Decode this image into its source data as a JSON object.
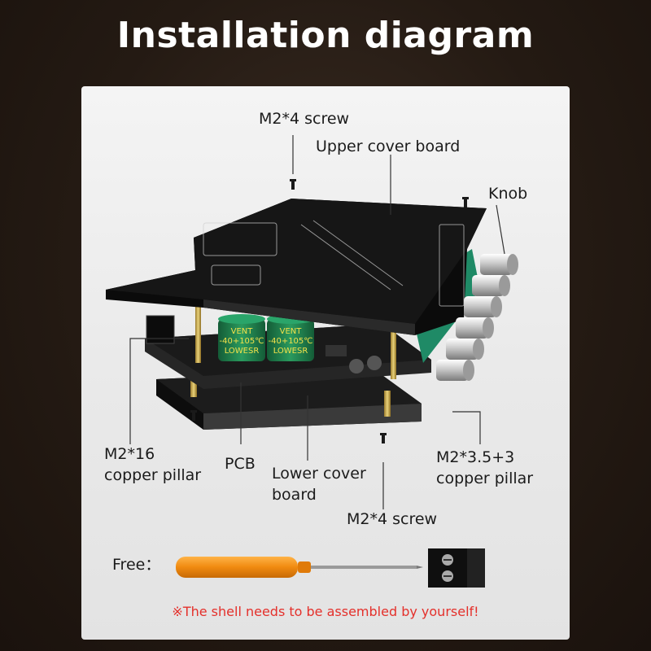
{
  "title": "Installation diagram",
  "labels": {
    "top_screw": "M2*4 screw",
    "upper_cover": "Upper cover board",
    "knob": "Knob",
    "pillar16_line1": "M2*16",
    "pillar16_line2": "copper pillar",
    "pcb": "PCB",
    "lower_cover_line1": "Lower cover",
    "lower_cover_line2": "board",
    "pillar35_line1": "M2*3.5+3",
    "pillar35_line2": "copper pillar",
    "bottom_screw": "M2*4 screw",
    "free": "Free："
  },
  "capacitor_text": {
    "line1": "VENT",
    "line2": "-40+105℃",
    "line3": "LOWESR"
  },
  "note": "※The shell needs to be assembled by yourself!",
  "colors": {
    "background": "#241a13",
    "panel": "#eeeeee",
    "board": "#111111",
    "capacitor": "#1f7a4a",
    "screwdriver_handle": "#f08a10",
    "note": "#e4302b"
  },
  "icons": [
    "screw-icon",
    "knob-icon",
    "screwdriver-icon",
    "terminal-block-icon"
  ]
}
